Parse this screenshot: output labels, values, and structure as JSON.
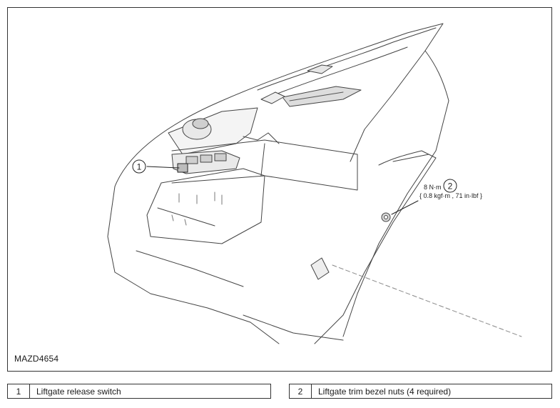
{
  "figure": {
    "id": "MAZD4654",
    "callouts": [
      {
        "num": "1"
      },
      {
        "num": "2",
        "torque_line1": "8 N·m",
        "torque_line2": "{ 0.8 kgf·m , 71 in·lbf }"
      }
    ]
  },
  "legend": [
    {
      "num": "1",
      "text": "Liftgate release switch"
    },
    {
      "num": "2",
      "text": "Liftgate trim bezel nuts (4 required)"
    }
  ]
}
